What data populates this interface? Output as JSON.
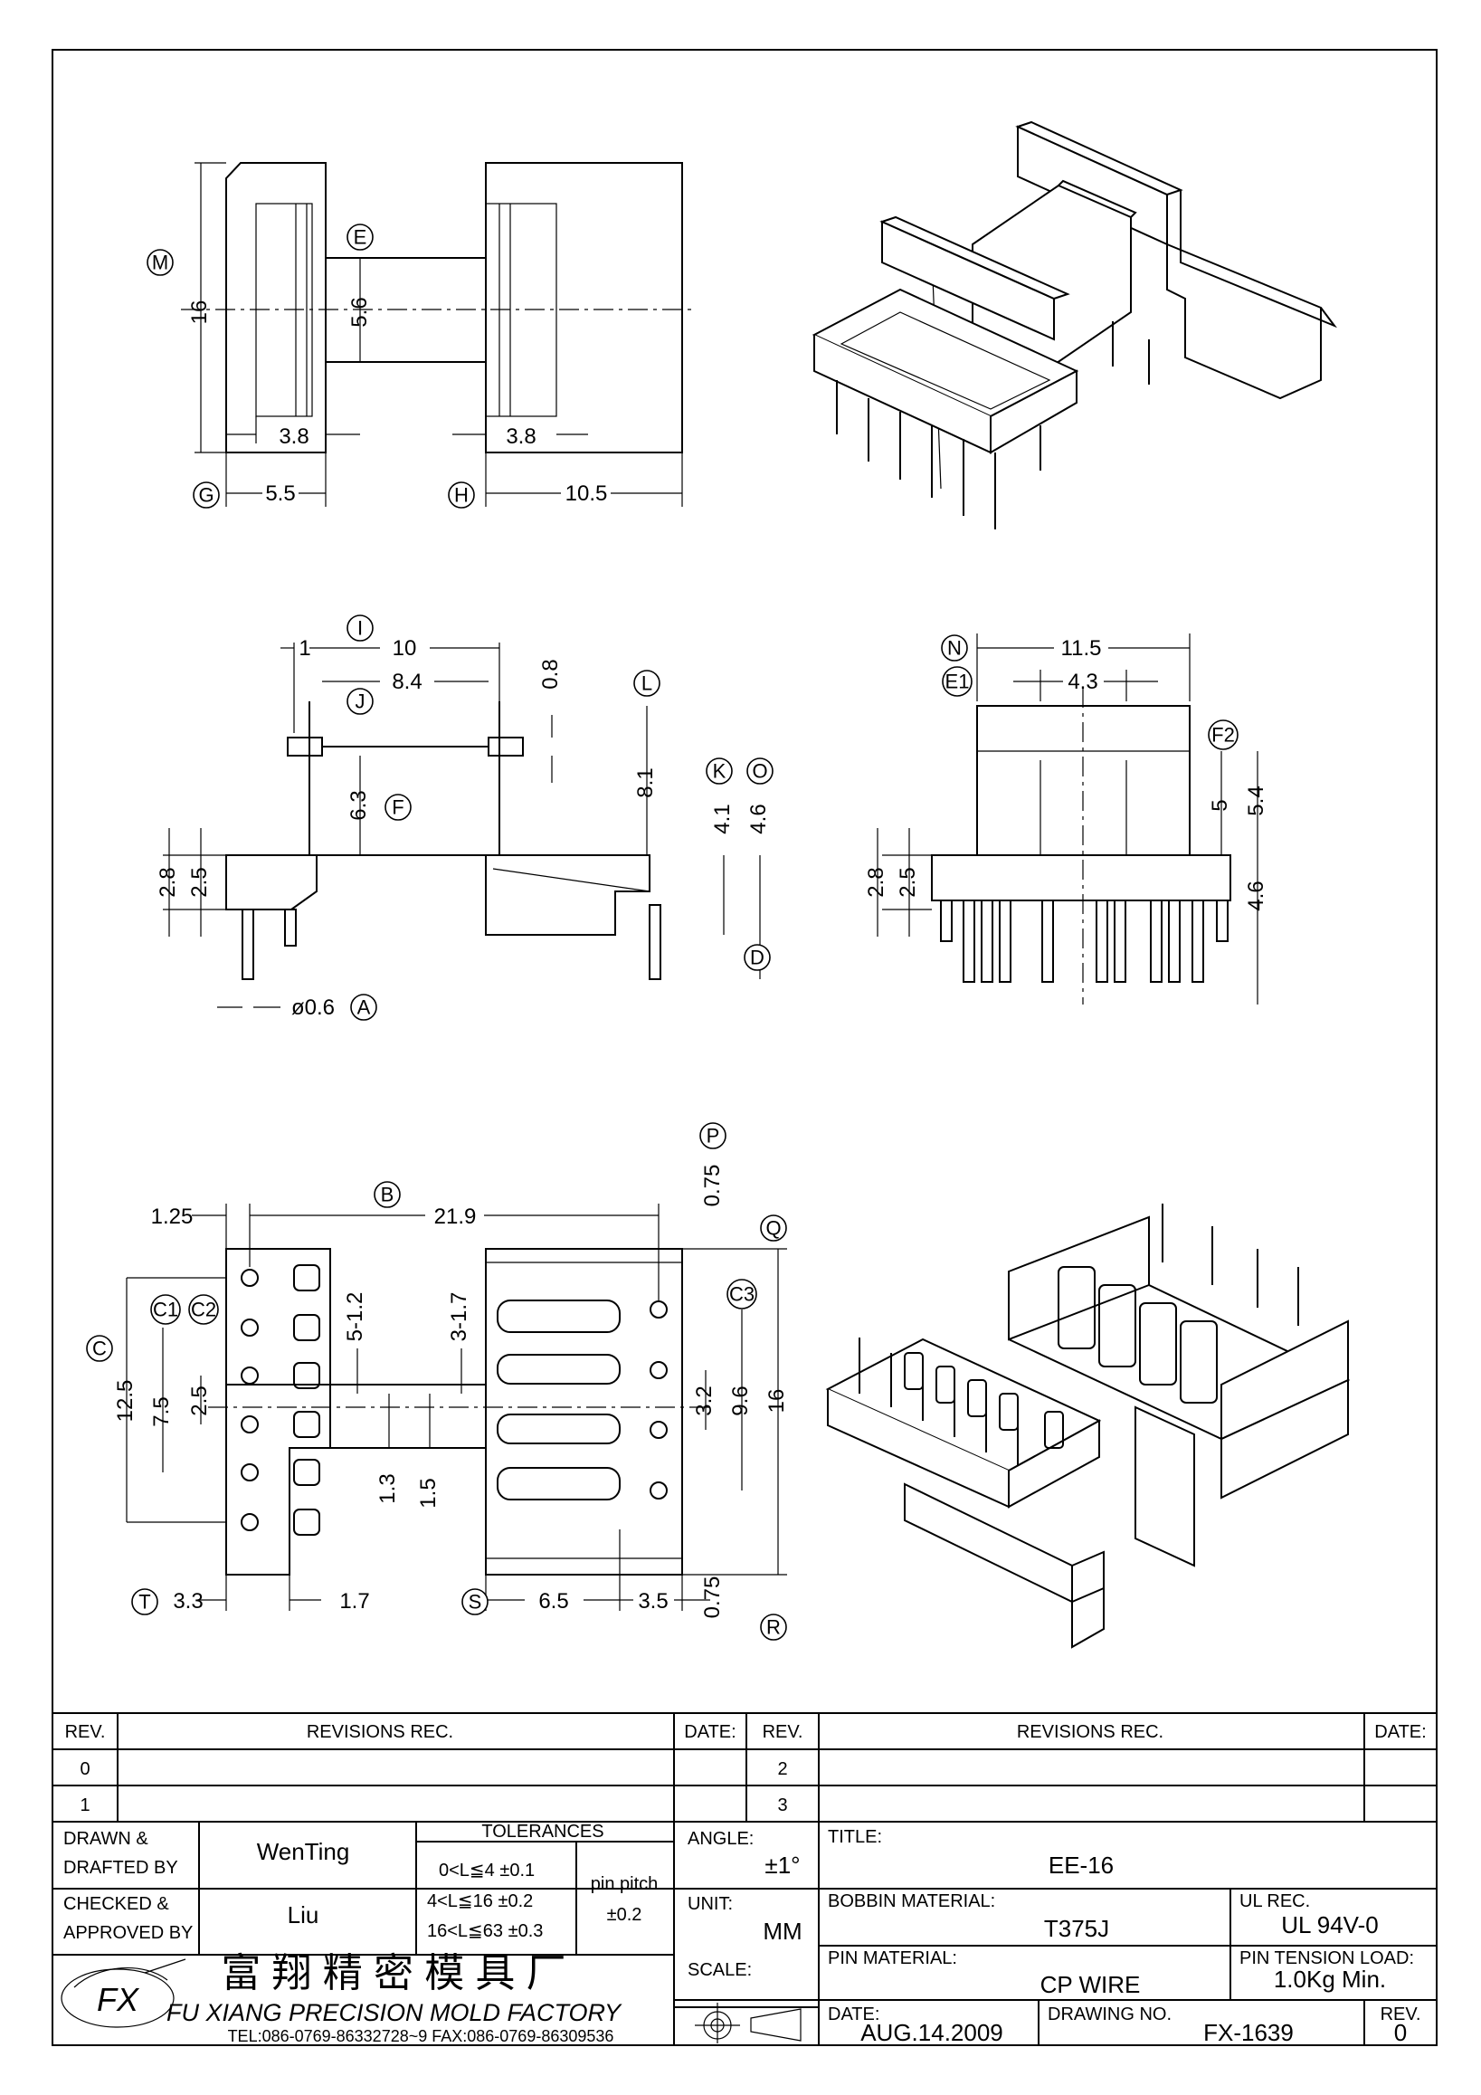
{
  "dims": {
    "top_left": {
      "height": "16",
      "core_w": "5.6",
      "w1": "3.8",
      "w2": "3.8",
      "d1": "5.5",
      "d2": "10.5"
    },
    "mid_left": {
      "i": "1",
      "w10": "10",
      "w84": "8.4",
      "t08": "0.8",
      "h81": "8.1",
      "h63": "6.3",
      "k41": "4.1",
      "o46": "4.6",
      "h28": "2.8",
      "h25": "2.5",
      "pin": "ø0.6"
    },
    "mid_right": {
      "w115": "11.5",
      "w43": "4.3",
      "h5": "5",
      "h54": "5.4",
      "h46": "4.6",
      "h28": "2.8",
      "h25": "2.5"
    },
    "bottom": {
      "p125": "1.25",
      "b219": "21.9",
      "p075t": "0.75",
      "p075b": "0.75",
      "s512": "5-1.2",
      "s317": "3-1.7",
      "c125": "12.5",
      "c75": "7.5",
      "c25": "2.5",
      "c32": "3.2",
      "c96": "9.6",
      "c16": "16",
      "t13": "1.3",
      "t15": "1.5",
      "t33": "3.3",
      "t17": "1.7",
      "s65": "6.5",
      "s35": "3.5"
    }
  },
  "labels": {
    "M": "M",
    "E": "E",
    "G": "G",
    "H": "H",
    "I": "I",
    "J": "J",
    "L": "L",
    "F": "F",
    "K": "K",
    "O": "O",
    "A": "A",
    "D": "D",
    "N": "N",
    "E1": "E1",
    "F2": "F2",
    "B": "B",
    "P": "P",
    "Q": "Q",
    "C": "C",
    "C1": "C1",
    "C2": "C2",
    "C3": "C3",
    "T": "T",
    "S": "S",
    "R": "R"
  },
  "title_block": {
    "rev_hdr": "REV.",
    "revisions_hdr": "REVISIONS    REC.",
    "date_hdr": "DATE:",
    "rev_rows": [
      "0",
      "1"
    ],
    "rev_rows2": [
      "2",
      "3"
    ],
    "drawn_label": "DRAWN &\nDRAFTED BY",
    "drawn_name": "WenTing",
    "checked_label": "CHECKED &\nAPPROVED BY",
    "checked_name": "Liu",
    "tolerances": "TOLERANCES",
    "tol1": "0<L≦4    ±0.1",
    "tol2": "4<L≦16  ±0.2",
    "tol3": "16<L≦63  ±0.3",
    "pin_pitch": "pin pitch",
    "pin_pitch_tol": "±0.2",
    "angle_label": "ANGLE:",
    "angle_val": "±1°",
    "unit_label": "UNIT:",
    "unit_val": "MM",
    "scale_label": "SCALE:",
    "title_label": "TITLE:",
    "title_val": "EE-16",
    "bobbin_label": "BOBBIN MATERIAL:",
    "bobbin_val": "T375J",
    "ul_label": "UL REC.",
    "ul_val": "UL 94V-0",
    "pinmat_label": "PIN MATERIAL:",
    "pinmat_val": "CP WIRE",
    "tension_label": "PIN TENSION LOAD:",
    "tension_val": "1.0Kg Min.",
    "date_label": "DATE:",
    "date_val": "AUG.14.2009",
    "dwg_label": "DRAWING NO.",
    "dwg_val": "FX-1639",
    "rev_label": "REV.",
    "rev_val": "0",
    "company_cn": "富 翔 精 密 模 具 厂",
    "company_en": "FU XIANG PRECISION MOLD FACTORY",
    "contact": "TEL:086-0769-86332728~9  FAX:086-0769-86309536"
  }
}
